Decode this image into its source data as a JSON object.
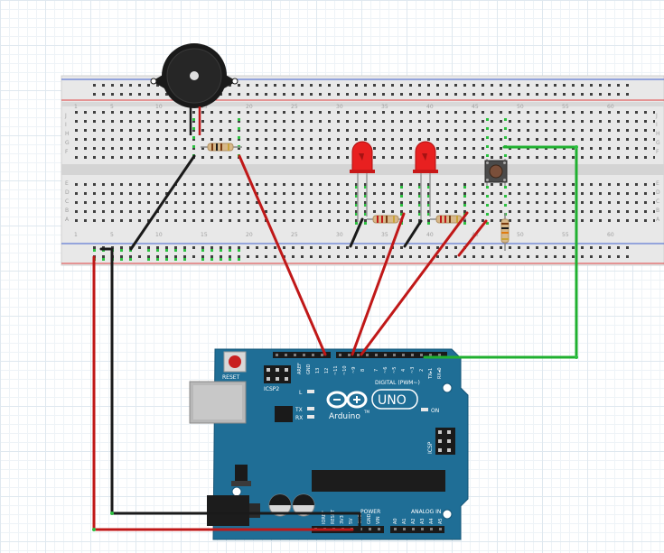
{
  "board": {
    "reset_label": "RESET",
    "icsp2_label": "ICSP2",
    "icsp_label": "ICSP",
    "l_label": "L",
    "tx_label": "TX",
    "rx_label": "RX",
    "on_label": "ON",
    "uno_label": "UNO",
    "brand_label": "Arduino",
    "tm_label": "TM",
    "digital_label": "DIGITAL (PWM~)",
    "power_label": "POWER",
    "analog_label": "ANALOG IN",
    "aref_label": "AREF",
    "gnd_label": "GND",
    "digital_pins": [
      "13",
      "12",
      "~11",
      "~10",
      "~9",
      "8",
      "7",
      "~6",
      "~5",
      "4",
      "~3",
      "2",
      "TX▸1",
      "RX◂0"
    ],
    "power_pins": [
      "IOREF",
      "RESET",
      "3V3",
      "5V",
      "GND",
      "GND",
      "VIN"
    ],
    "analog_pins": [
      "A0",
      "A1",
      "A2",
      "A3",
      "A4",
      "A5"
    ]
  },
  "breadboard": {
    "column_numbers": [
      "1",
      "5",
      "10",
      "15",
      "20",
      "25",
      "30",
      "35",
      "40",
      "45",
      "50",
      "55",
      "60"
    ],
    "row_letters_top": [
      "J",
      "I",
      "H",
      "G",
      "F"
    ],
    "row_letters_bottom": [
      "E",
      "D",
      "C",
      "B",
      "A"
    ]
  },
  "colors": {
    "board": "#1f6e96",
    "breadboard": "#e6e6e6",
    "wire_red": "#c01818",
    "wire_black": "#1a1a1a",
    "wire_green": "#20b030",
    "led": "#e82020",
    "rail_red": "#e04040",
    "rail_blue": "#4060d0"
  }
}
